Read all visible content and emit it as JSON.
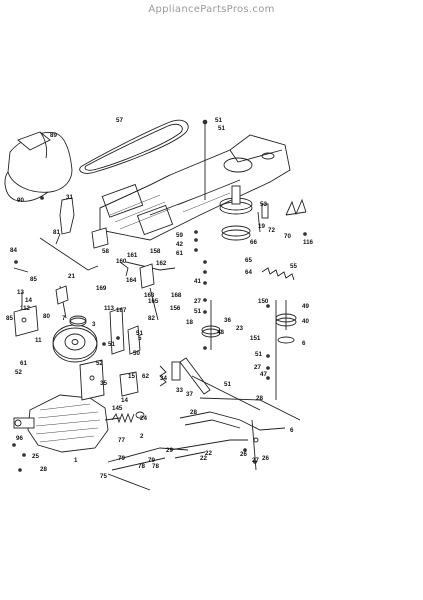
{
  "watermark": "AppliancePartsPros.com",
  "labels": [
    "57",
    "51",
    "51",
    "89",
    "90",
    "31",
    "81",
    "58",
    "53",
    "19",
    "72",
    "70",
    "116",
    "84",
    "85",
    "59",
    "42",
    "61",
    "66",
    "65",
    "64",
    "55",
    "21",
    "169",
    "160",
    "161",
    "158",
    "162",
    "164",
    "13",
    "14",
    "112",
    "85",
    "80",
    "27",
    "51",
    "41",
    "11",
    "48",
    "165",
    "163",
    "168",
    "82",
    "156",
    "18",
    "113",
    "167",
    "51",
    "50",
    "150",
    "49",
    "40",
    "36",
    "51",
    "47",
    "27",
    "151",
    "6",
    "51",
    "52",
    "61",
    "52",
    "15",
    "62",
    "35",
    "34",
    "33",
    "37",
    "51",
    "23",
    "6",
    "14",
    "145",
    "96",
    "25",
    "28",
    "28",
    "24",
    "2",
    "77",
    "79",
    "75",
    "29",
    "22",
    "26",
    "27",
    "28",
    "26",
    "79",
    "78",
    "78",
    "1",
    "3",
    "5",
    "7",
    "22"
  ]
}
